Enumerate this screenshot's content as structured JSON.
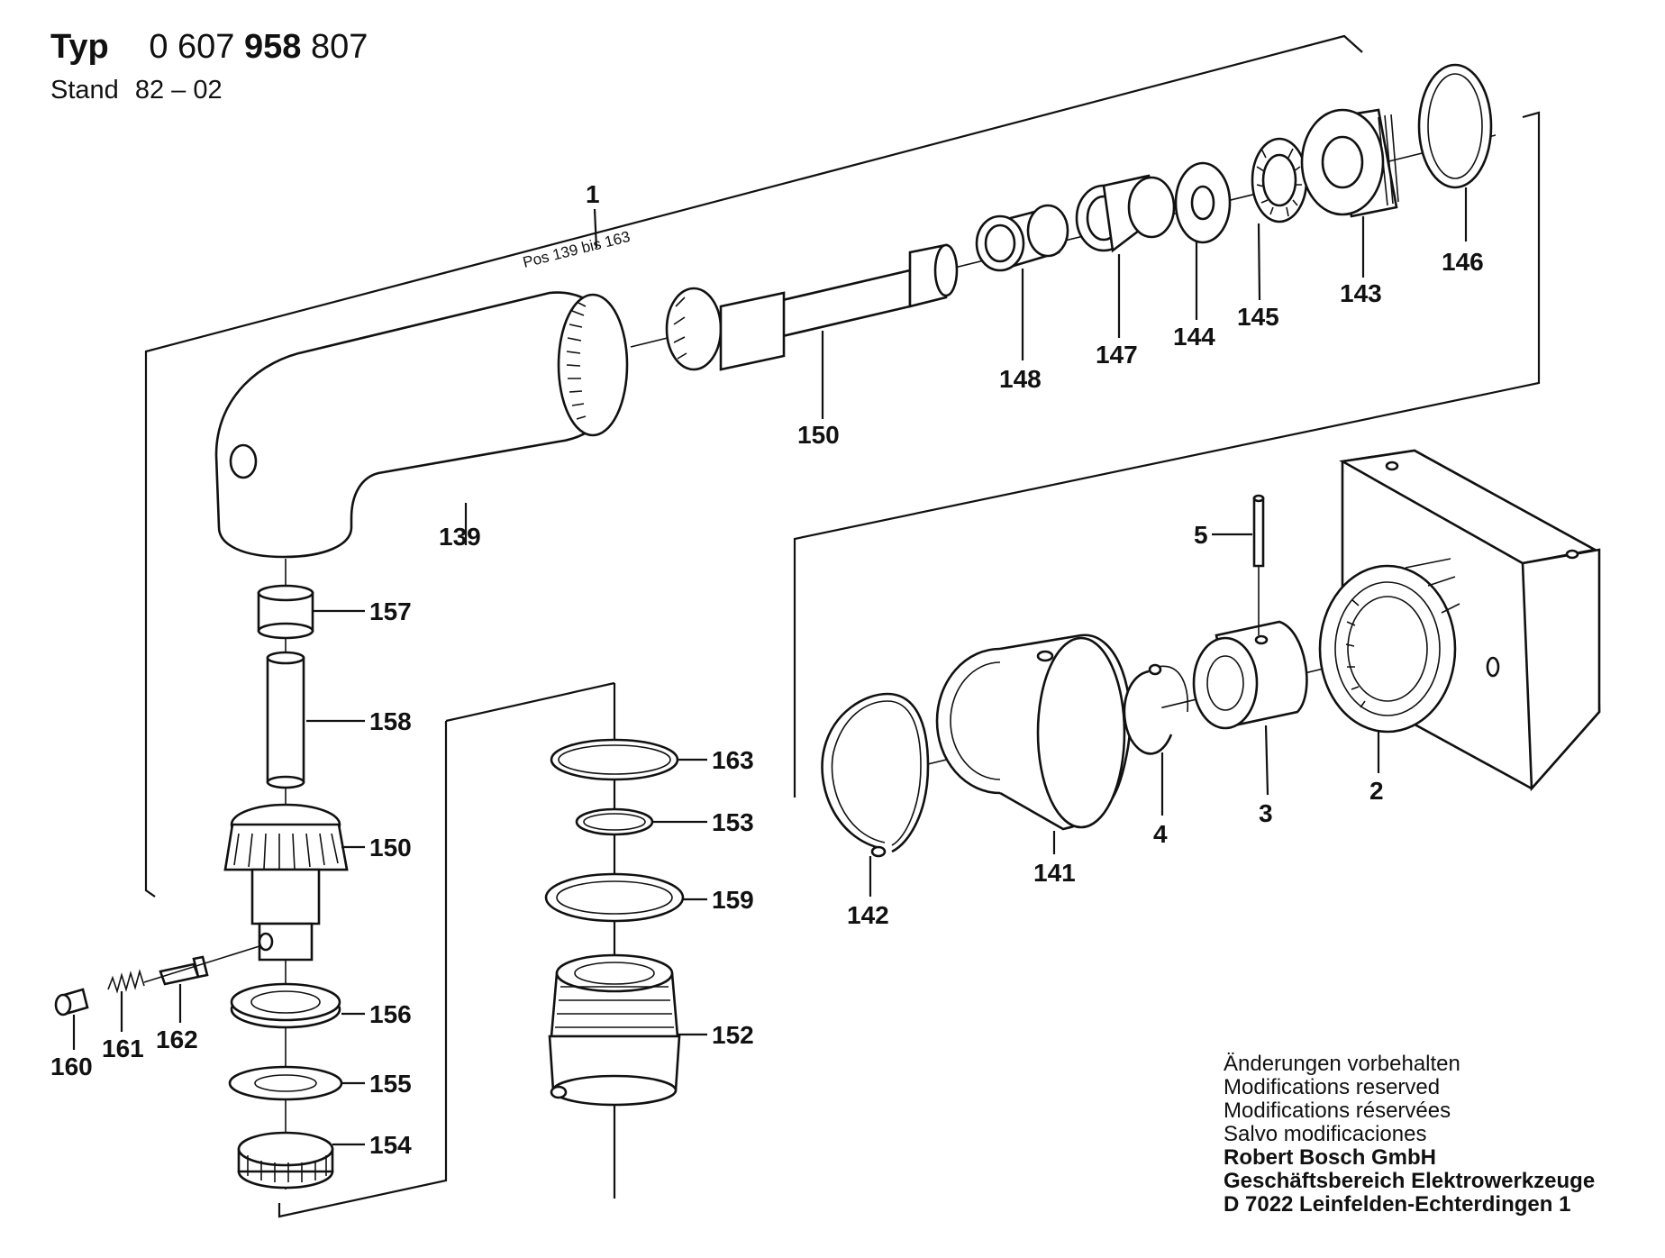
{
  "header": {
    "typ_label": "Typ",
    "number_part1": "0 607",
    "number_part2": "958",
    "number_part3": "807",
    "stand_label": "Stand",
    "stand_value": "82 – 02"
  },
  "labels": {
    "p1": "1",
    "p1_sub": "Pos 139 bis 163",
    "p139": "139",
    "p150a": "150",
    "p148": "148",
    "p147": "147",
    "p144": "144",
    "p145": "145",
    "p143": "143",
    "p146": "146",
    "p157": "157",
    "p158": "158",
    "p150b": "150",
    "p156": "156",
    "p155": "155",
    "p154": "154",
    "p160": "160",
    "p161": "161",
    "p162": "162",
    "p163": "163",
    "p153": "153",
    "p159": "159",
    "p152": "152",
    "p5": "5",
    "p2": "2",
    "p3": "3",
    "p4": "4",
    "p141": "141",
    "p142": "142"
  },
  "footer": {
    "line1": "Änderungen vorbehalten",
    "line2": "Modifications reserved",
    "line3": "Modifications réservées",
    "line4": "Salvo modificaciones",
    "line5": "Robert Bosch GmbH",
    "line6": "Geschäftsbereich Elektrowerkzeuge",
    "line7": "D 7022 Leinfelden-Echterdingen 1"
  }
}
